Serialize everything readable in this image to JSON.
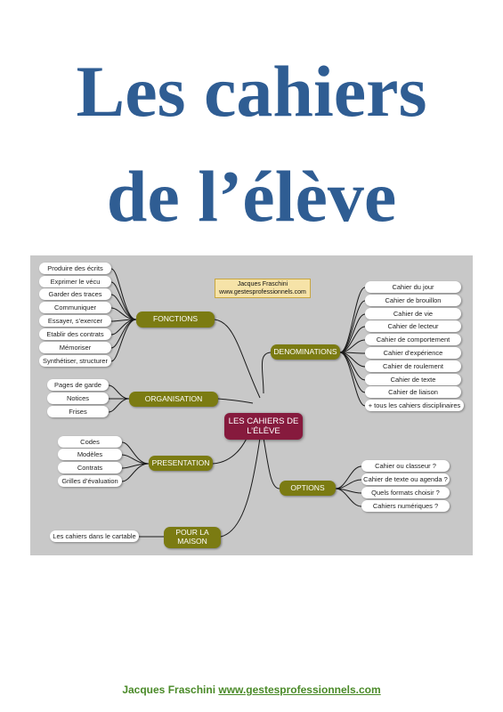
{
  "title": {
    "line1": "Les cahiers",
    "line2": "de l’élève"
  },
  "mindmap": {
    "center": "LES CAHIERS DE L’ÉLÈVE",
    "credit": {
      "name": "Jacques Fraschini",
      "url": "www.gestesprofessionnels.com"
    },
    "branches": {
      "fonctions": {
        "label": "FONCTIONS",
        "items": [
          "Produire des écrits",
          "Exprimer le vécu",
          "Garder des traces",
          "Communiquer",
          "Essayer, s’exercer",
          "Etablir des contrats",
          "Mémoriser",
          "Synthétiser, structurer"
        ]
      },
      "organisation": {
        "label": "ORGANISATION",
        "items": [
          "Pages de garde",
          "Notices",
          "Frises"
        ]
      },
      "presentation": {
        "label": "PRESENTATION",
        "items": [
          "Codes",
          "Modèles",
          "Contrats",
          "Grilles d’évaluation"
        ]
      },
      "maison": {
        "label": "POUR LA MAISON",
        "items": [
          "Les cahiers dans le cartable"
        ]
      },
      "denominations": {
        "label": "DENOMINATIONS",
        "items": [
          "Cahier du jour",
          "Cahier de brouillon",
          "Cahier de vie",
          "Cahier de lecteur",
          "Cahier de comportement",
          "Cahier d’expérience",
          "Cahier de roulement",
          "Cahier de texte",
          "Cahier de liaison",
          "+ tous les cahiers disciplinaires"
        ]
      },
      "options": {
        "label": "OPTIONS",
        "items": [
          "Cahier ou classeur ?",
          "Cahier de texte ou agenda ?",
          "Quels formats choisir ?",
          "Cahiers numériques ?"
        ]
      }
    }
  },
  "footer": {
    "author": "Jacques Fraschini",
    "link": "www.gestesprofessionnels.com"
  },
  "colors": {
    "title": "#2f5d93",
    "branch": "#7b7b12",
    "center": "#861a3d",
    "background": "#c8c8c8",
    "footer": "#4a8a28"
  }
}
